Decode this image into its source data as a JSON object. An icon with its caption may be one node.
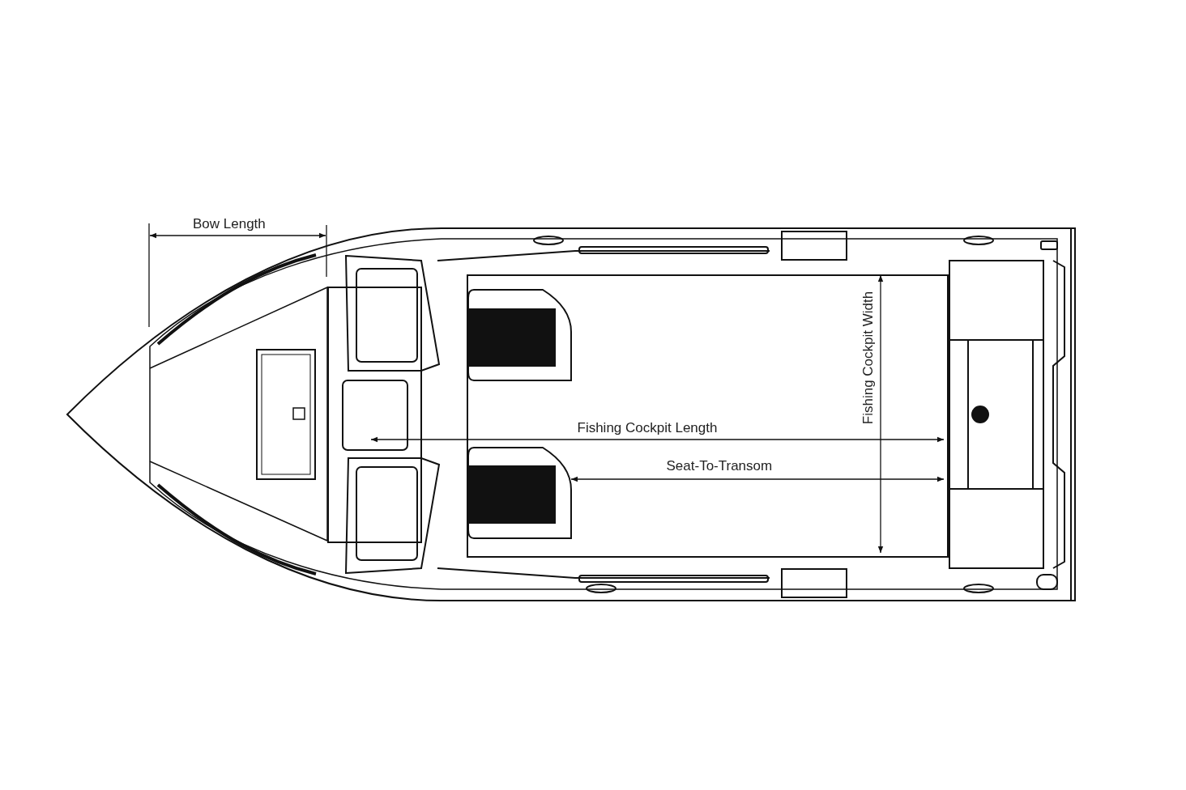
{
  "diagram": {
    "labels": [
      "Bow Length",
      "Fishing Cockpit Length",
      "Seat-To-Transom",
      "Fishing Cockpit Width"
    ]
  }
}
